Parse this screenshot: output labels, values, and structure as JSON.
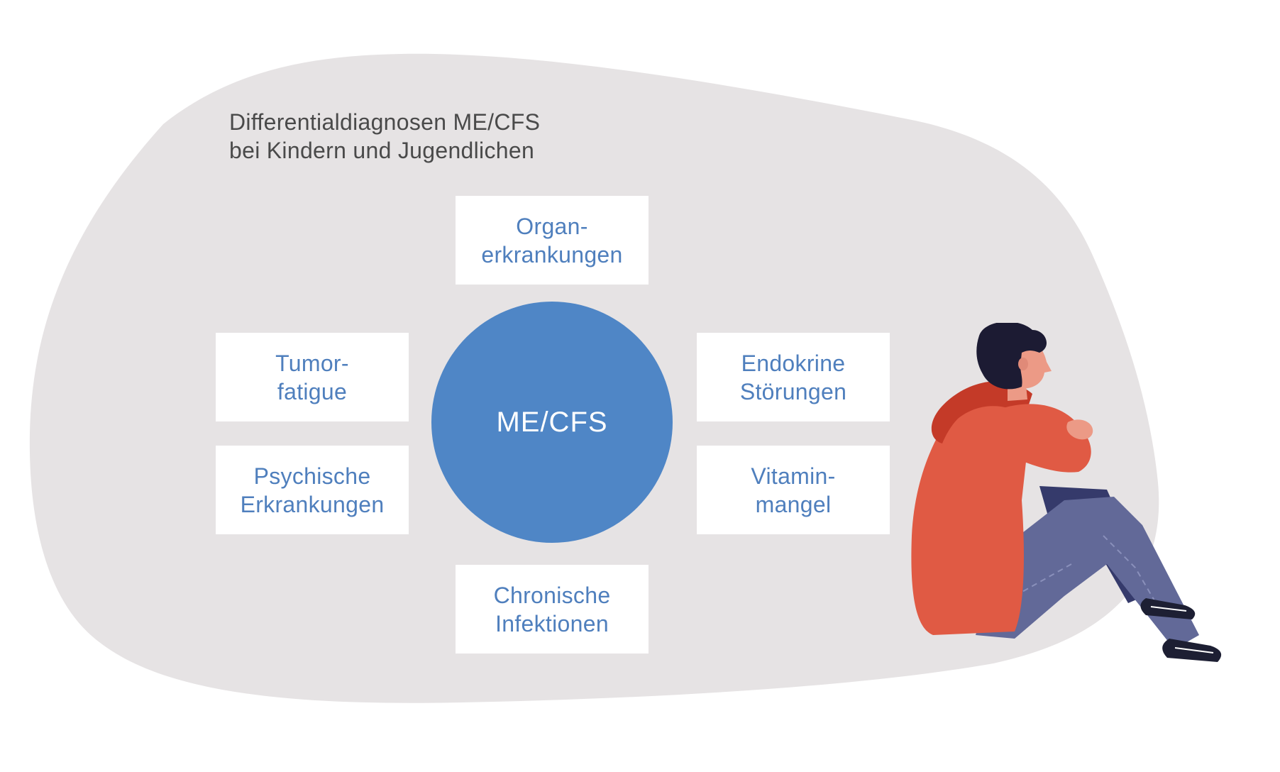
{
  "diagram": {
    "title_line1": "Differentialdiagnosen ME/CFS",
    "title_line2": "bei Kindern und Jugendlichen",
    "center_label": "ME/CFS",
    "nodes": {
      "organ": {
        "line1": "Organ-",
        "line2": "erkrankungen"
      },
      "tumor": {
        "line1": "Tumor-",
        "line2": "fatigue"
      },
      "endokrin": {
        "line1": "Endokrine",
        "line2": "Störungen"
      },
      "psych": {
        "line1": "Psychische",
        "line2": "Erkrankungen"
      },
      "vitamin": {
        "line1": "Vitamin-",
        "line2": "mangel"
      },
      "infekt": {
        "line1": "Chronische",
        "line2": "Infektionen"
      }
    }
  },
  "colors": {
    "background_blob": "#e6e3e4",
    "hub": "#4f86c6",
    "node_text": "#4f7fbd",
    "title_text": "#4a4a4a"
  },
  "illustration": {
    "icon": "sitting-person-illustration"
  }
}
